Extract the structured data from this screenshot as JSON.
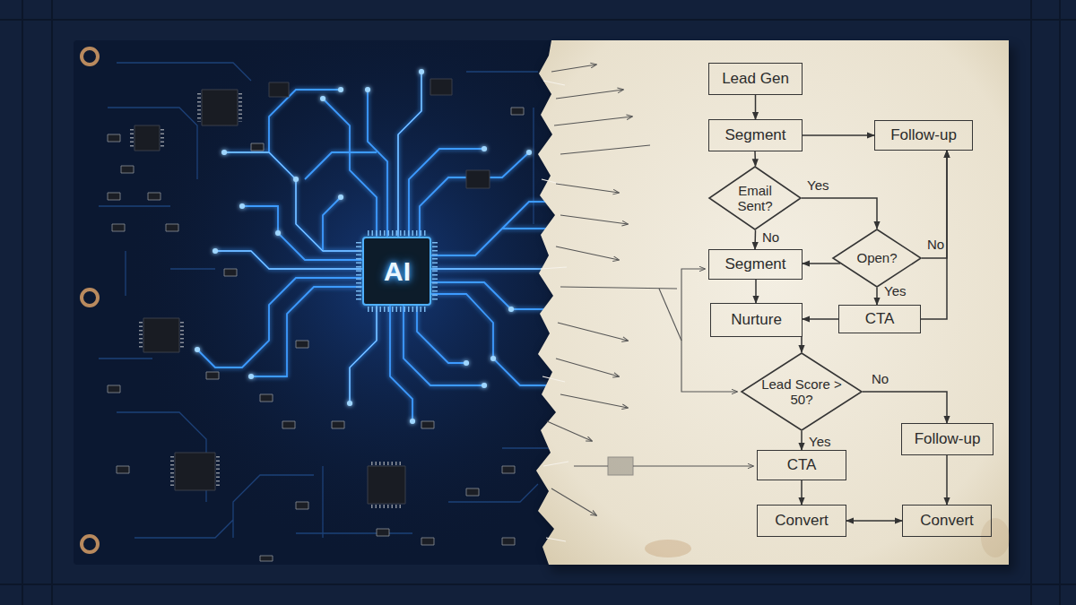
{
  "diagram": {
    "nodes": [
      {
        "text": [
          "Lead Gen"
        ]
      },
      {
        "text": [
          "Segment"
        ]
      },
      {
        "text": [
          "Follow-up"
        ]
      },
      {
        "text": [
          "Email Sent?"
        ]
      },
      {
        "text": [
          "Open?"
        ]
      },
      {
        "text": [
          "Segment"
        ]
      },
      {
        "text": [
          "Nurture"
        ]
      },
      {
        "text": [
          "CTA"
        ]
      },
      {
        "text": [
          "Lead Score > 50?"
        ]
      },
      {
        "text": [
          "Follow-up"
        ]
      },
      {
        "text": [
          "CTA"
        ]
      },
      {
        "text": [
          "Convert"
        ]
      },
      {
        "text": [
          "Convert"
        ]
      }
    ],
    "edges": [
      {
        "from": 0,
        "to": 1,
        "arrow": "to"
      },
      {
        "from": 1,
        "to": 2,
        "arrow": "to"
      },
      {
        "from": 1,
        "to": 3,
        "arrow": "to"
      },
      {
        "from": 3,
        "to": 4,
        "label": "Yes",
        "arrow": "to"
      },
      {
        "from": 3,
        "to": 5,
        "label": "No",
        "arrow": "to"
      },
      {
        "from": 4,
        "to": 5,
        "arrow": "to"
      },
      {
        "from": 4,
        "to": 7,
        "label": "Yes",
        "arrow": "to"
      },
      {
        "from": 4,
        "to": 2,
        "label": "No",
        "arrow": "to"
      },
      {
        "from": 7,
        "to": 6,
        "arrow": "to"
      },
      {
        "from": 7,
        "to": 2,
        "arrow": "to"
      },
      {
        "from": 5,
        "to": 6,
        "arrow": "to"
      },
      {
        "from": 6,
        "to": 8,
        "arrow": "to"
      },
      {
        "from": 8,
        "to": 9,
        "label": "No",
        "arrow": "to"
      },
      {
        "from": 8,
        "to": 10,
        "label": "Yes",
        "arrow": "to"
      },
      {
        "from": 10,
        "to": 11,
        "arrow": "to"
      },
      {
        "from": 9,
        "to": 12,
        "arrow": "to"
      },
      {
        "from": 11,
        "to": 12,
        "arrow": "both"
      }
    ],
    "labels": [
      "AI"
    ]
  }
}
